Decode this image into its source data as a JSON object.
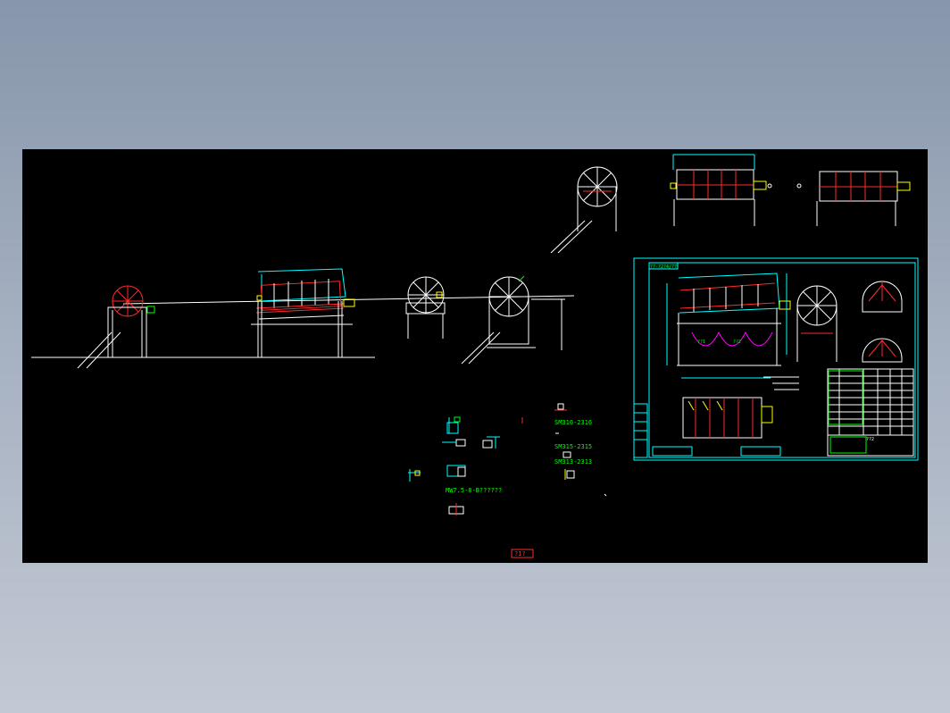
{
  "drawing": {
    "part_labels": [
      "SM316-2316",
      "SM315-2315",
      "SM313-2313"
    ],
    "motor_label": "MW7.5-8-B??????",
    "title_block": {
      "frame_title": "??-?2?4/??",
      "left_zone_labels": [
        "??1",
        "??2"
      ],
      "sheet_label": "??2"
    },
    "red_marker": "?I?",
    "colors": {
      "background": "#000000",
      "canvas_border": "#8796ab",
      "line_white": "#ffffff",
      "line_cyan": "#00ffff",
      "line_red": "#ff2a2a",
      "line_green": "#00ff00",
      "line_yellow": "#ffff00",
      "line_magenta": "#ff00ff"
    }
  }
}
